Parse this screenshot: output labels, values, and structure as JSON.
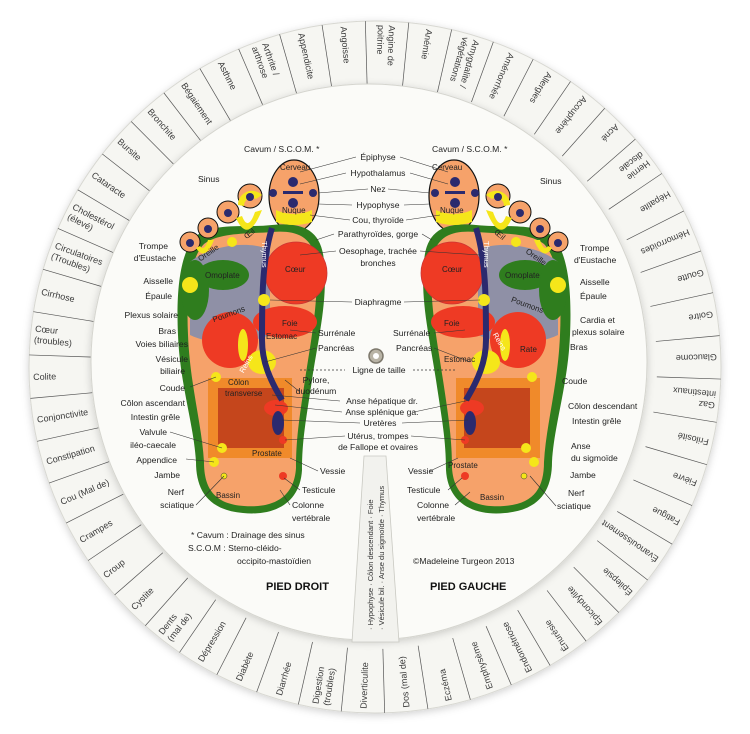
{
  "ring": [
    {
      "lines": [
        "Acné"
      ]
    },
    {
      "lines": [
        "Acouphène"
      ]
    },
    {
      "lines": [
        "Allergies"
      ]
    },
    {
      "lines": [
        "Aménorrhée"
      ]
    },
    {
      "lines": [
        "Amygdalite /",
        "végétations"
      ]
    },
    {
      "lines": [
        "Anémie"
      ]
    },
    {
      "lines": [
        "Angine de",
        "poitrine"
      ]
    },
    {
      "lines": [
        "Angoisse"
      ]
    },
    {
      "lines": [
        "Appendicite"
      ]
    },
    {
      "lines": [
        "Arthrite /",
        "arthrose"
      ]
    },
    {
      "lines": [
        "Asthme"
      ]
    },
    {
      "lines": [
        "Bégaiement"
      ]
    },
    {
      "lines": [
        "Bronchite"
      ]
    },
    {
      "lines": [
        "Bursite"
      ]
    },
    {
      "lines": [
        "Cataracte"
      ]
    },
    {
      "lines": [
        "Cholestérol",
        "(élevé)"
      ]
    },
    {
      "lines": [
        "Circulatoires",
        "(Troubles)"
      ]
    },
    {
      "lines": [
        "Cirrhose"
      ]
    },
    {
      "lines": [
        "Cœur",
        "(troubles)"
      ]
    },
    {
      "lines": [
        "Colite"
      ]
    },
    {
      "lines": [
        "Conjonctivite"
      ]
    },
    {
      "lines": [
        "Constipation"
      ]
    },
    {
      "lines": [
        "Cou (Mal de)"
      ]
    },
    {
      "lines": [
        "Crampes"
      ]
    },
    {
      "lines": [
        "Croup"
      ]
    },
    {
      "lines": [
        "Cystite"
      ]
    },
    {
      "lines": [
        "Dents",
        "(mal de)"
      ]
    },
    {
      "lines": [
        "Dépression"
      ]
    },
    {
      "lines": [
        "Diabète"
      ]
    },
    {
      "lines": [
        "Diarrhée"
      ]
    },
    {
      "lines": [
        "Digestion",
        "(troubles)"
      ]
    },
    {
      "lines": [
        "Diverticulite"
      ]
    },
    {
      "lines": [
        "Dos (mal de)"
      ]
    },
    {
      "lines": [
        "Eczéma"
      ]
    },
    {
      "lines": [
        "Emphysème"
      ]
    },
    {
      "lines": [
        "Endométriose"
      ]
    },
    {
      "lines": [
        "Énurésie"
      ]
    },
    {
      "lines": [
        "Épicondylite"
      ]
    },
    {
      "lines": [
        "Épilepsie"
      ]
    },
    {
      "lines": [
        "Évanouissement"
      ]
    },
    {
      "lines": [
        "Fatigue"
      ]
    },
    {
      "lines": [
        "Fièvre"
      ]
    },
    {
      "lines": [
        "Frilosité"
      ]
    },
    {
      "lines": [
        "Gaz",
        "intestinaux"
      ]
    },
    {
      "lines": [
        "Glaucome"
      ]
    },
    {
      "lines": [
        "Goitre"
      ]
    },
    {
      "lines": [
        "Goutte"
      ]
    },
    {
      "lines": [
        "Hémorroïdes"
      ]
    },
    {
      "lines": [
        "Hépatite"
      ]
    },
    {
      "lines": [
        "Hernie",
        "discale"
      ]
    }
  ],
  "center_labels": {
    "epiphyse": "Épiphyse",
    "hypothalamus": "Hypothalamus",
    "nez": "Nez",
    "hypophyse": "Hypophyse",
    "cou": "Cou, thyroïde",
    "parathyroides": "Parathyroïdes, gorge",
    "oesophage": "Oesophage, trachée",
    "bronches": "bronches",
    "diaphragme": "Diaphragme",
    "ligne": "Ligne de taille",
    "pylore": "Pylore,",
    "duodenum": "duodénum",
    "anse_hep": "Anse hépatique dr.",
    "anse_spl": "Anse splénique ga.",
    "ureteres": "Uretères",
    "uterus": "Utérus, trompes",
    "fallope": "de Fallope et ovaires"
  },
  "right_foot": {
    "title": "PIED DROIT",
    "cavum": "Cavum / S.C.O.M. *",
    "sinus": "Sinus",
    "trompe": "Trompe",
    "eustache": "d'Eustache",
    "aisselle": "Aisselle",
    "epaule": "Épaule",
    "plexus": "Plexus solaire",
    "bras": "Bras",
    "voies": "Voies biliaires",
    "vesicule": "Vésicule",
    "biliaire": "biliaire",
    "coude": "Coude",
    "colon_asc": "Côlon ascendant",
    "intestin": "Intestin grêle",
    "valvule": "Valvule",
    "ileo": "iléo-caecale",
    "appendice": "Appendice",
    "jambe": "Jambe",
    "nerf": "Nerf",
    "sciatique": "sciatique",
    "surrenale": "Surrénale",
    "pancreas": "Pancréas",
    "vessie": "Vessie",
    "testicule": "Testicule",
    "colonne": "Colonne",
    "vertebrale": "vertébrale",
    "in": {
      "cerveau": "Cerveau",
      "nuque": "Nuque",
      "oeil": "Œil",
      "oreille": "Oreille",
      "thymus": "Thymus",
      "coeur": "Cœur",
      "omoplate": "Omoplate",
      "poumons": "Poumons",
      "foie": "Foie",
      "estomac": "Estomac",
      "reins": "Reins",
      "colon": "Côlon",
      "transverse": "transverse",
      "prostate": "Prostate",
      "bassin": "Bassin"
    }
  },
  "left_foot": {
    "title": "PIED GAUCHE",
    "cavum": "Cavum / S.C.O.M. *",
    "sinus": "Sinus",
    "trompe": "Trompe",
    "eustache": "d'Eustache",
    "aisselle": "Aisselle",
    "epaule": "Épaule",
    "cardia": "Cardia et",
    "plexus": "plexus solaire",
    "bras": "Bras",
    "coude": "Coude",
    "colon_desc": "Côlon descendant",
    "intestin": "Intestin grêle",
    "anse": "Anse",
    "sigmoide": "du sigmoïde",
    "jambe": "Jambe",
    "nerf": "Nerf",
    "sciatique": "sciatique",
    "surrenale": "Surrénale",
    "pancreas": "Pancréas",
    "vessie": "Vessie",
    "testicule": "Testicule",
    "colonne": "Colonne",
    "vertebrale": "vertébrale",
    "in": {
      "cerveau": "Cerveau",
      "nuque": "Nuque",
      "oeil": "Œil",
      "oreille": "Oreille",
      "thymus": "Thymus",
      "coeur": "Cœur",
      "omoplate": "Omoplate",
      "poumons": "Poumons",
      "foie": "Foie",
      "estomac": "Estomac",
      "reins": "Reins",
      "rate": "Rate",
      "prostate": "Prostate",
      "bassin": "Bassin"
    }
  },
  "footnote": {
    "line1": "* Cavum : Drainage des sinus",
    "line2": "S.C.O.M : Sterno-cléido-",
    "line3": "occipito-mastoïdien"
  },
  "copyright": "©Madeleine Turgeon 2013",
  "slot": {
    "line1": "· Hypophyse · Côlon descendant · Foie",
    "line2": "· Vésicule bil. · Anse du sigmoïde · Thymus"
  },
  "colors": {
    "green": "#2f7d1e",
    "orange": "#f6a26a",
    "red": "#ee3a24",
    "yellow": "#f5e61a",
    "gray": "#8f90a6",
    "navy": "#2b2a6e",
    "brick": "#c5461c"
  }
}
